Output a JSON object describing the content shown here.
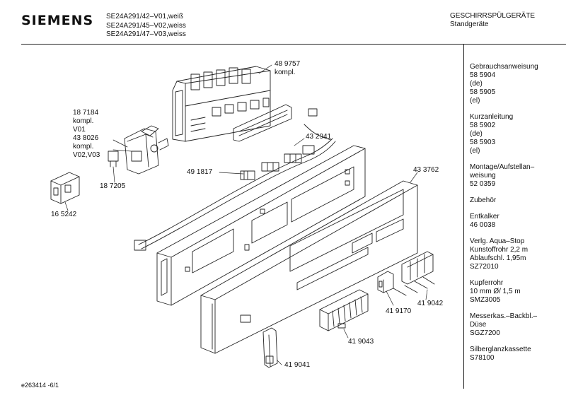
{
  "header": {
    "brand": "SIEMENS",
    "models": [
      "SE24A291/42–V01,weiß",
      "SE24A291/45–V02,weiss",
      "SE24A291/47–V03,weiss"
    ],
    "category_title": "GESCHIRRSPÜLGERÄTE",
    "category_subtitle": "Standgeräte"
  },
  "sidebar": {
    "groups": [
      {
        "lines": [
          "Gebrauchsanweisung",
          "58 5904",
          "(de)",
          "58 5905",
          "(el)"
        ]
      },
      {
        "lines": [
          "Kurzanleitung",
          "58 5902",
          "(de)",
          "58 5903",
          "(el)"
        ]
      },
      {
        "lines": [
          "Montage/Aufstellan–",
          "weisung",
          "52 0359"
        ]
      },
      {
        "lines": [
          "Zubehör"
        ]
      },
      {
        "lines": [
          "Entkalker",
          "46 0038"
        ]
      },
      {
        "lines": [
          "Verlg. Aqua–Stop",
          "Kunstoffrohr 2,2 m",
          "Ablaufschl. 1,95m",
          "SZ72010"
        ]
      },
      {
        "lines": [
          "Kupferrohr",
          "10 mm Ø/ 1,5 m",
          "SMZ3005"
        ]
      },
      {
        "lines": [
          "Messerkas.–Backbl.–",
          "Düse",
          "SGZ7200"
        ]
      },
      {
        "lines": [
          "Silberglanzkassette",
          "S78100"
        ]
      }
    ]
  },
  "parts": {
    "p489757": [
      "48 9757",
      "kompl."
    ],
    "p187184": [
      "18 7184",
      "kompl.",
      "V01",
      "43 8026",
      "kompl.",
      "V02,V03"
    ],
    "p432941": [
      "43 2941"
    ],
    "p491817": [
      "49 1817"
    ],
    "p187205": [
      "18 7205"
    ],
    "p433762": [
      "43 3762"
    ],
    "p165242": [
      "16 5242"
    ],
    "p419170": [
      "41 9170"
    ],
    "p419042": [
      "41 9042"
    ],
    "p419043": [
      "41 9043"
    ],
    "p419041": [
      "41 9041"
    ]
  },
  "footer": {
    "code": "e263414 -6/1"
  },
  "colors": {
    "line": "#222222",
    "rule": "#222222",
    "background": "#ffffff"
  }
}
